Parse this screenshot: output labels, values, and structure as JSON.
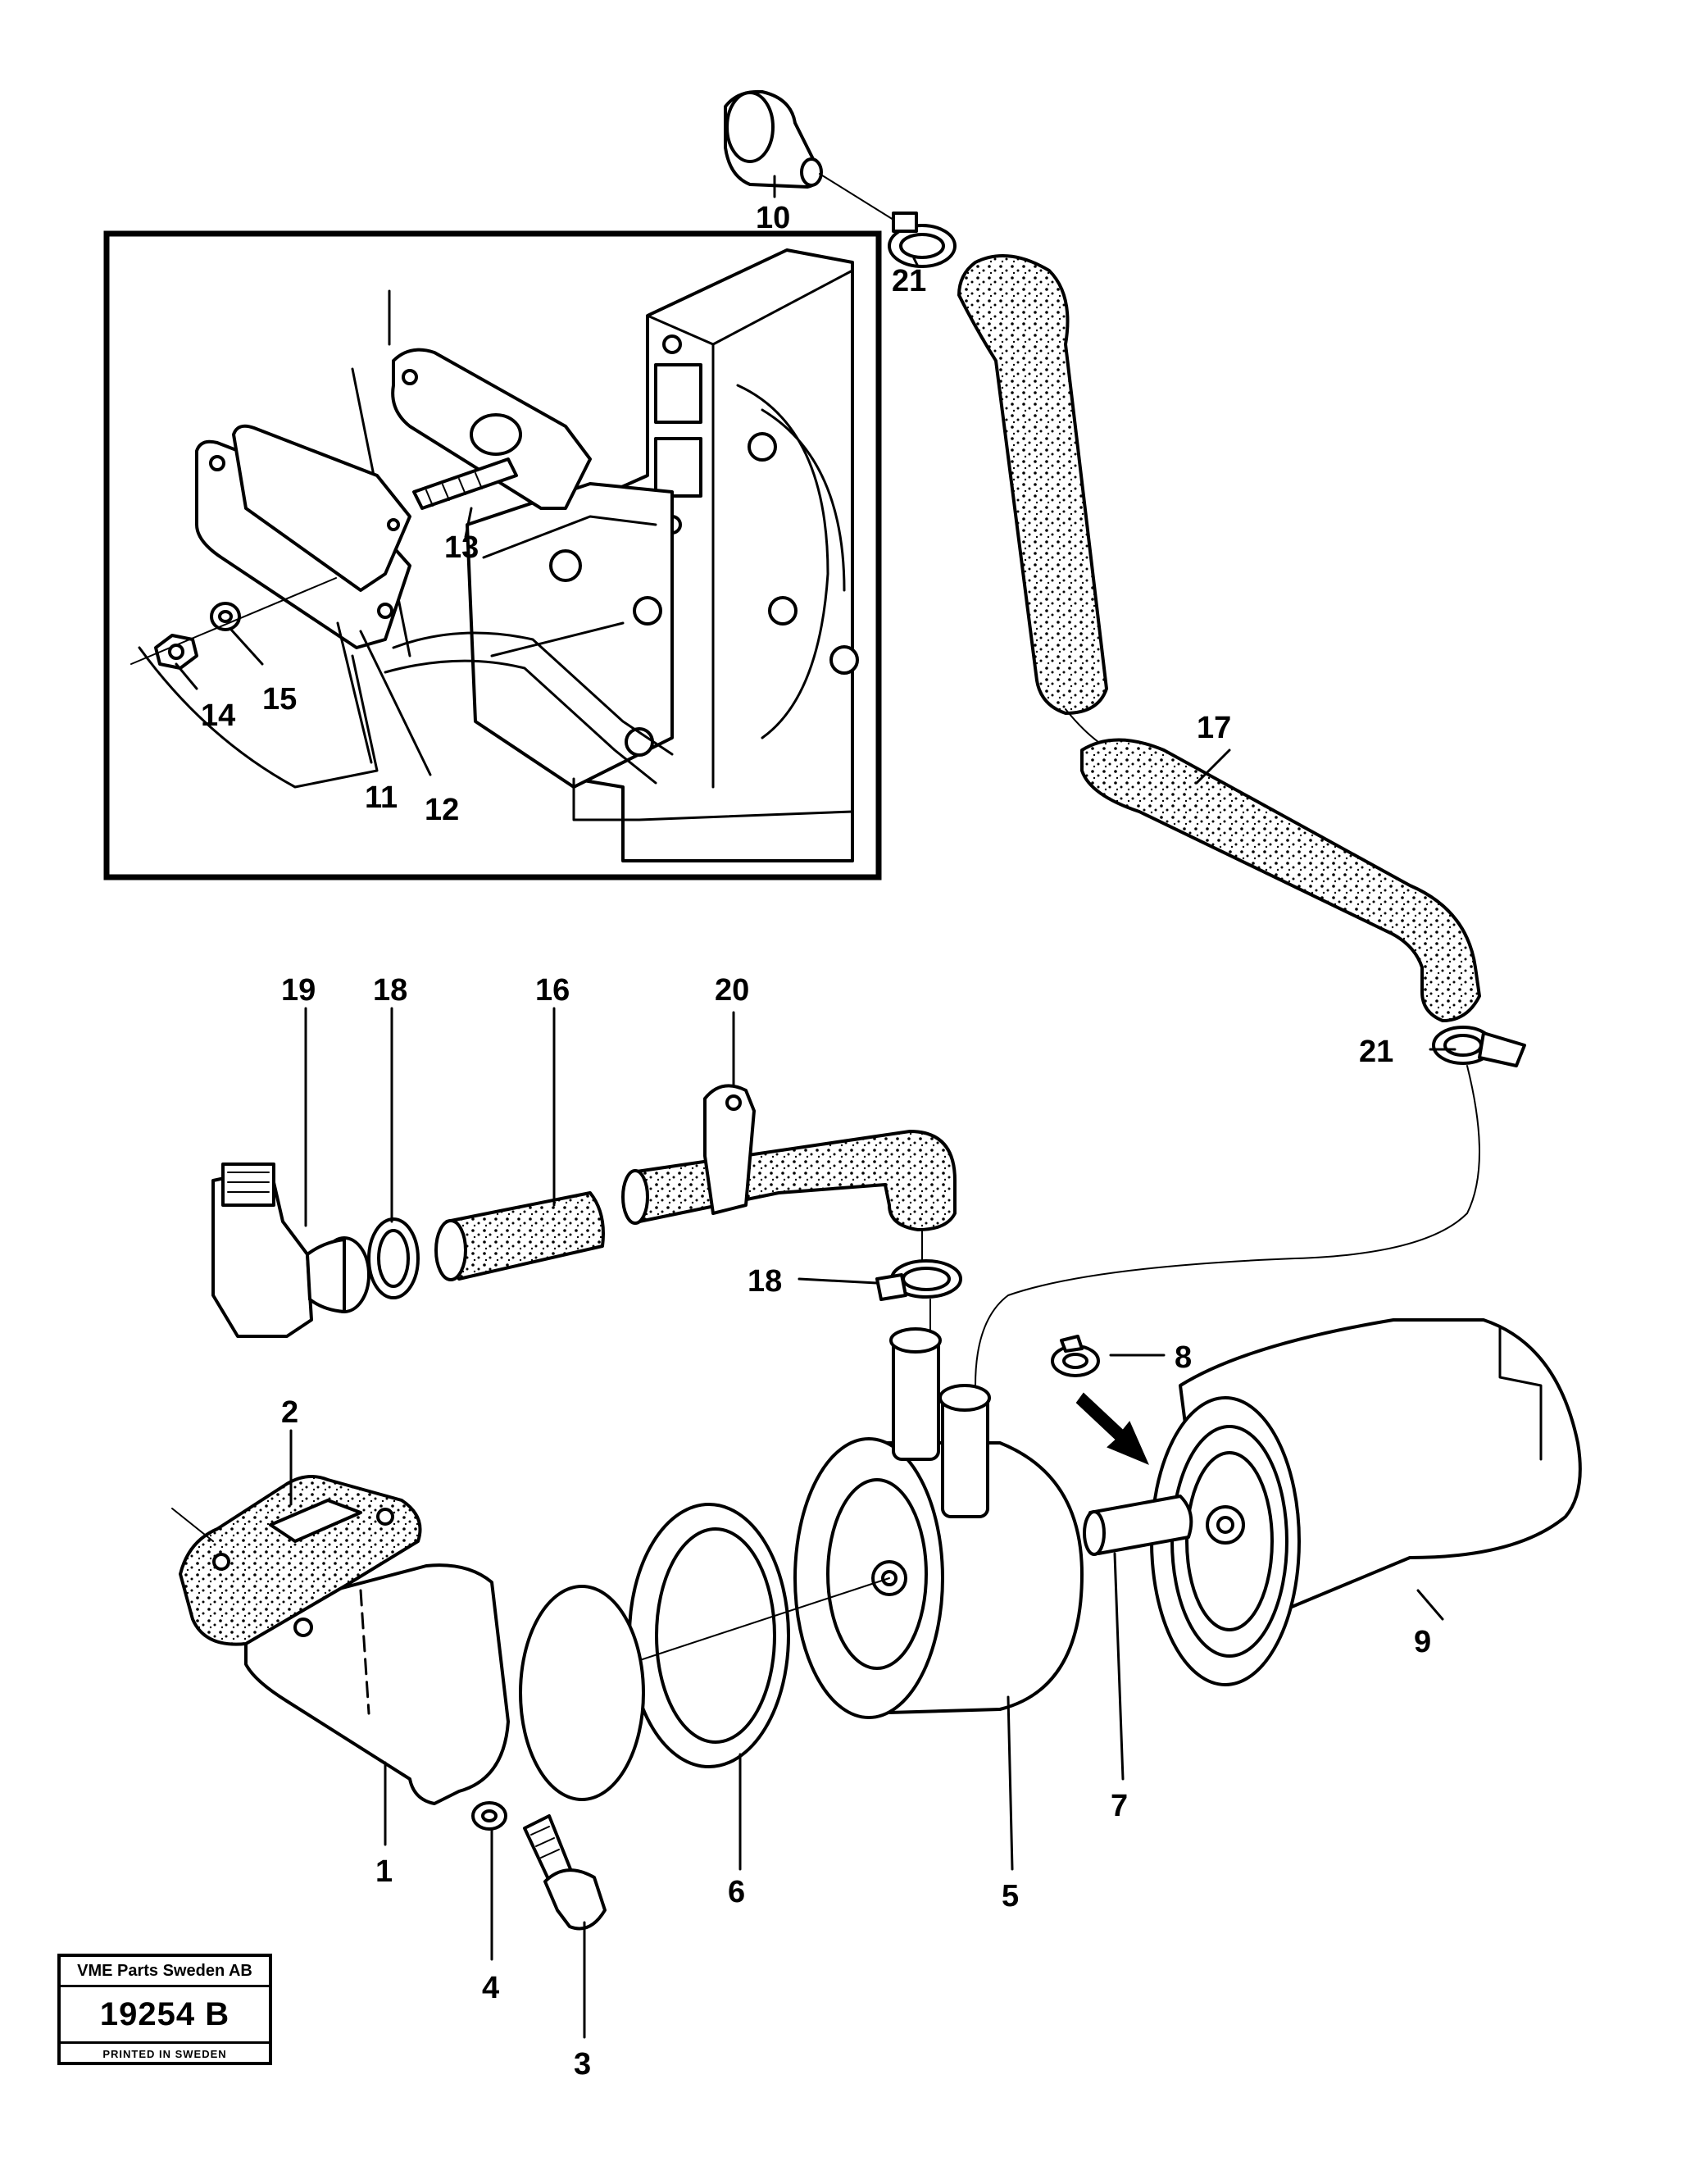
{
  "callouts": {
    "c1": "1",
    "c2": "2",
    "c3": "3",
    "c4": "4",
    "c5": "5",
    "c6": "6",
    "c7": "7",
    "c8": "8",
    "c9": "9",
    "c10": "10",
    "c11": "11",
    "c12": "12",
    "c13": "13",
    "c14": "14",
    "c15": "15",
    "c16": "16",
    "c17": "17",
    "c18a": "18",
    "c18b": "18",
    "c19": "19",
    "c20": "20",
    "c21a": "21",
    "c21b": "21"
  },
  "stamp": {
    "company": "VME Parts Sweden AB",
    "number": "19254 B",
    "printed": "PRINTED IN SWEDEN"
  }
}
